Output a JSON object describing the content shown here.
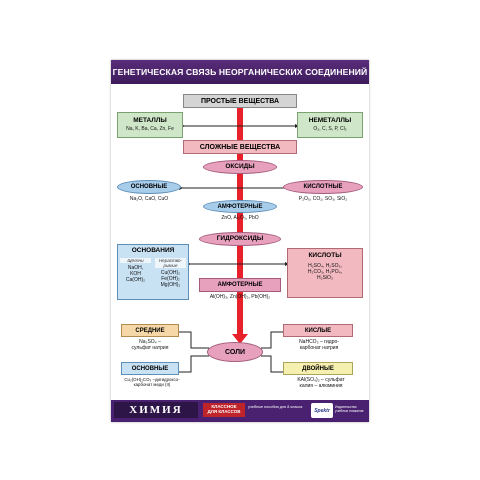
{
  "title": "ГЕНЕТИЧЕСКАЯ СВЯЗЬ НЕОРГАНИЧЕСКИХ СОЕДИНЕНИЙ",
  "simple": {
    "label": "ПРОСТЫЕ ВЕЩЕСТВА",
    "metals": {
      "label": "МЕТАЛЛЫ",
      "examples": "Na, K, Ba, Ca, Zn, Fe"
    },
    "nonmetals": {
      "label": "НЕМЕТАЛЛЫ",
      "examples": "O₂, C, S, P, Cl₂"
    }
  },
  "complex": {
    "label": "СЛОЖНЫЕ ВЕЩЕСТВА"
  },
  "oxides": {
    "label": "ОКСИДЫ",
    "basic": {
      "label": "ОСНОВНЫЕ",
      "examples": "Na₂O, CaO, CuO"
    },
    "acidic": {
      "label": "КИСЛОТНЫЕ",
      "examples": "P₂O₅, CO₂, SO₃, SiO₂"
    },
    "amphoteric": {
      "label": "АМФОТЕРНЫЕ",
      "examples": "ZnO, Al₂O₃, PbO"
    }
  },
  "hydroxides": {
    "label": "ГИДРОКСИДЫ",
    "bases": {
      "label": "ОСНОВАНИЯ",
      "col1_header": "Щёлочи",
      "col2_header": "Нераство-римые",
      "col1": [
        "NaOH,",
        "KOH",
        "Ca(OH)₂"
      ],
      "col2": [
        "Cu(OH)₂",
        "Fe(OH)₂",
        "Mg(OH)₂"
      ]
    },
    "amphoteric": {
      "label": "АМФОТЕРНЫЕ",
      "examples": "Al(OH)₃, Zn(OH)₂, Pb(OH)₂"
    },
    "acids": {
      "label": "КИСЛОТЫ",
      "examples": [
        "H₂SO₄, H₂SO₃,",
        "H₂CO₃, H₃PO₄,",
        "H₂SiO₃"
      ]
    }
  },
  "salts": {
    "label": "СОЛИ",
    "middle": {
      "label": "СРЕДНИЕ",
      "examples": [
        "Na₂SO₄ –",
        "сульфат натрия"
      ]
    },
    "basic": {
      "label": "ОСНОВНЫЕ",
      "examples": [
        "Cu₂(OH)₂CO₃ –дигидроксо-",
        "карбонат меди (II)"
      ]
    },
    "acidic": {
      "label": "КИСЛЫЕ",
      "examples": [
        "NaHCO₃ – гидро-",
        "карбонат натрия"
      ]
    },
    "double": {
      "label": "ДВОЙНЫЕ",
      "examples": [
        "KAl(SO₄)₂ – сульфат",
        "калия – алюминия"
      ]
    }
  },
  "footer": {
    "logo": "ХИМИЯ",
    "badge_line1": "КЛАССНОЕ",
    "badge_line2": "ДЛЯ КЛАССОВ",
    "publisher": "учебные пособия для 8 класса",
    "mark": "Spektr",
    "desc": "Издательство учебных плакатов"
  },
  "colors": {
    "arrow": "#e8202a",
    "title_bar": "#4a2070",
    "gray_box": "#d4d4d4",
    "green_box": "#cfe6c8",
    "pink_box": "#f2b9c0",
    "blue_ellipse": "#a8cdea",
    "blue_box": "#c8e1f3",
    "beige_box": "#f5d7a8",
    "yellow_box": "#f6f0b0",
    "pink_ellipse": "#e7a1bd"
  }
}
